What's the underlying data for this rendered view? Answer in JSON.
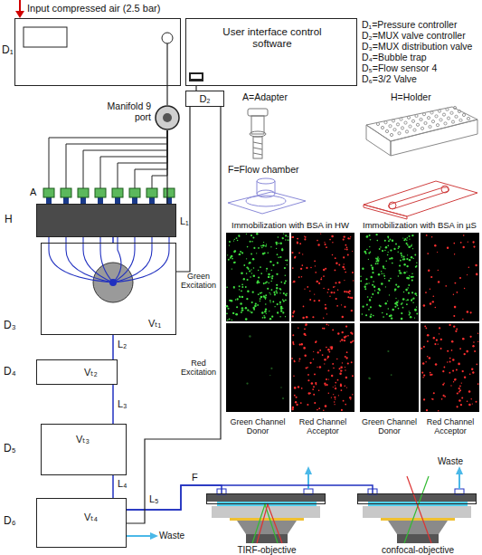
{
  "diagram": {
    "nodes": [
      {
        "text": [
          "D₁"
        ]
      },
      {
        "text": [
          "User interface control software"
        ]
      },
      {
        "text": [
          "D₂"
        ]
      },
      {
        "text": [
          "Manifold 9 port"
        ]
      },
      {
        "text": [
          "H"
        ]
      },
      {
        "text": [
          "D₃",
          "Vₜ₁"
        ]
      },
      {
        "text": [
          "D₄",
          "Vₜ₂"
        ]
      },
      {
        "text": [
          "D₅",
          "Vₜ₃"
        ]
      },
      {
        "text": [
          "D₆",
          "Vₜ₄"
        ]
      },
      {
        "text": [
          "TIRF-objective"
        ]
      },
      {
        "text": [
          "confocal-objective"
        ]
      }
    ],
    "edges": [
      {
        "from": 0,
        "to": 3,
        "arrow": "none"
      },
      {
        "from": 3,
        "to": 4,
        "arrow": "none"
      },
      {
        "from": 4,
        "to": 5,
        "arrow": "none"
      },
      {
        "from": 5,
        "to": 6,
        "arrow": "none"
      },
      {
        "from": 6,
        "to": 7,
        "arrow": "none"
      },
      {
        "from": 7,
        "to": 8,
        "arrow": "none"
      },
      {
        "from": 8,
        "to": 9,
        "arrow": "none"
      },
      {
        "from": 8,
        "to": 10,
        "arrow": "none"
      },
      {
        "from": 1,
        "to": 2,
        "arrow": "none"
      },
      {
        "from": 2,
        "to": 5,
        "arrow": "none"
      },
      {
        "from": 2,
        "to": 8,
        "arrow": "none"
      }
    ],
    "labels": [
      "Input compressed air (2.5 bar)",
      "D₁=Pressure controller",
      "D₂=MUX valve controller",
      "D₃=MUX distribution valve",
      "D₄=Bubble trap",
      "D₅=Flow sensor 4",
      "D₆=3/2 Valve",
      "A=Adapter",
      "H=Holder",
      "F=Flow chamber",
      "A",
      "L₁",
      "L₂",
      "L₃",
      "L₄",
      "L₅",
      "Immobilization with BSA in HW",
      "Immobilization with BSA in µS",
      "Green Excitation",
      "Red Excitation",
      "Green Channel Donor",
      "Red Channel Acceptor",
      "Green Channel Donor",
      "Red Channel Acceptor",
      "Waste",
      "Waste",
      "F"
    ]
  }
}
